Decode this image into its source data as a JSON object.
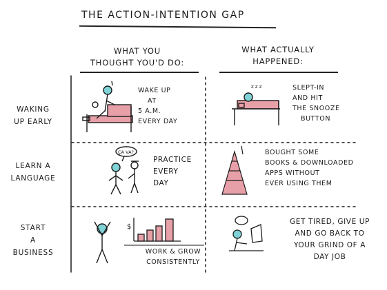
{
  "title": "THE ACTION-INTENTION GAP",
  "columns": {
    "left": [
      "WHAT YOU",
      "THOUGHT YOU'D DO:"
    ],
    "right": [
      "WHAT ACTUALLY",
      "HAPPENED:"
    ]
  },
  "rows": [
    {
      "label": [
        "WAKING",
        "UP EARLY"
      ],
      "intended": [
        "WAKE UP",
        "AT",
        "5 A.M.",
        "EVERY DAY"
      ],
      "actual": [
        "SLEPT-IN",
        "AND HIT",
        "THE SNOOZE",
        "BUTTON"
      ]
    },
    {
      "label": [
        "LEARN A",
        "LANGUAGE"
      ],
      "intended": [
        "PRACTICE",
        "EVERY",
        "DAY"
      ],
      "actual": [
        "BOUGHT SOME",
        "BOOKS & DOWNLOADED",
        "APPS WITHOUT",
        "EVER USING THEM"
      ]
    },
    {
      "label": [
        "START",
        "A",
        "BUSINESS"
      ],
      "intended": [
        "WORK & GROW",
        "CONSISTENTLY"
      ],
      "actual": [
        "GET TIRED, GIVE UP",
        "AND GO BACK TO",
        "YOUR GRIND OF A",
        "DAY JOB"
      ]
    }
  ],
  "speech_bubble": "ÇA VA?",
  "dollar_sign": "$",
  "colors": {
    "ink": "#1a1a1a",
    "accent": "#e8a0a8",
    "figure": "#7fd3d6"
  }
}
